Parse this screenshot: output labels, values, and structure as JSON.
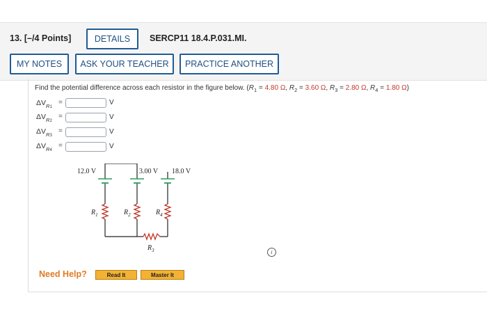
{
  "header": {
    "question_number": "13.",
    "points": "[–/4 Points]",
    "details_label": "DETAILS",
    "problem_code": "SERCP11 18.4.P.031.MI.",
    "my_notes_label": "MY NOTES",
    "ask_teacher_label": "ASK YOUR TEACHER",
    "practice_another_label": "PRACTICE ANOTHER"
  },
  "question": {
    "text_before": "Find the potential difference across each resistor in the figure below. (",
    "r1_name": "R",
    "r1_sub": "1",
    "r1_value": "4.80 Ω",
    "r2_name": "R",
    "r2_sub": "2",
    "r2_value": "3.60 Ω",
    "r3_name": "R",
    "r3_sub": "3",
    "r3_value": "2.80 Ω",
    "r4_name": "R",
    "r4_sub": "4",
    "r4_value": "1.80 Ω",
    "text_after": ")"
  },
  "answers": [
    {
      "label": "ΔV",
      "sub_r": "R",
      "sub_n": "1",
      "unit": "V",
      "value": ""
    },
    {
      "label": "ΔV",
      "sub_r": "R",
      "sub_n": "2",
      "unit": "V",
      "value": ""
    },
    {
      "label": "ΔV",
      "sub_r": "R",
      "sub_n": "3",
      "unit": "V",
      "value": ""
    },
    {
      "label": "ΔV",
      "sub_r": "R",
      "sub_n": "4",
      "unit": "V",
      "value": ""
    }
  ],
  "circuit": {
    "emf1": "12.0 V",
    "emf2": "3.00 V",
    "emf3": "18.0 V",
    "r1": "R",
    "r1_sub": "1",
    "r2": "R",
    "r2_sub": "2",
    "r3": "R",
    "r3_sub": "3",
    "r4": "R",
    "r4_sub": "4",
    "wire_color": "#222222",
    "battery_color": "#2a9d5c",
    "resistor_color": "#c0392b"
  },
  "help": {
    "need_help_label": "Need Help?",
    "read_it_label": "Read It",
    "master_it_label": "Master It"
  },
  "colors": {
    "accent_blue": "#1f5b96",
    "given_red": "#c0392b",
    "help_orange": "#e07b24",
    "help_button": "#f3b233"
  }
}
